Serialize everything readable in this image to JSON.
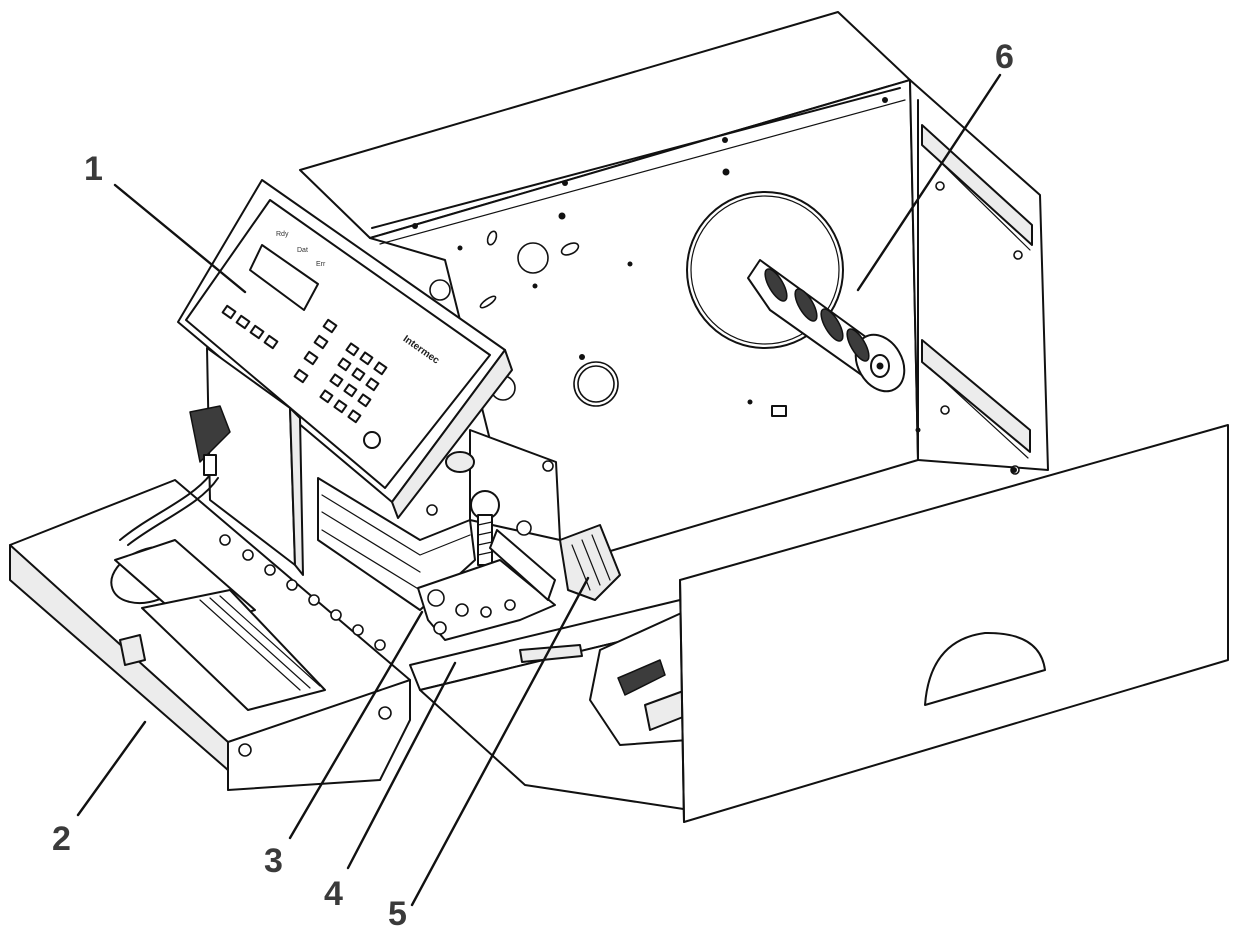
{
  "figure": {
    "brand": "Intermec",
    "callouts": [
      {
        "id": "1",
        "label": "1"
      },
      {
        "id": "2",
        "label": "2"
      },
      {
        "id": "3",
        "label": "3"
      },
      {
        "id": "4",
        "label": "4"
      },
      {
        "id": "5",
        "label": "5"
      },
      {
        "id": "6",
        "label": "6"
      }
    ]
  }
}
